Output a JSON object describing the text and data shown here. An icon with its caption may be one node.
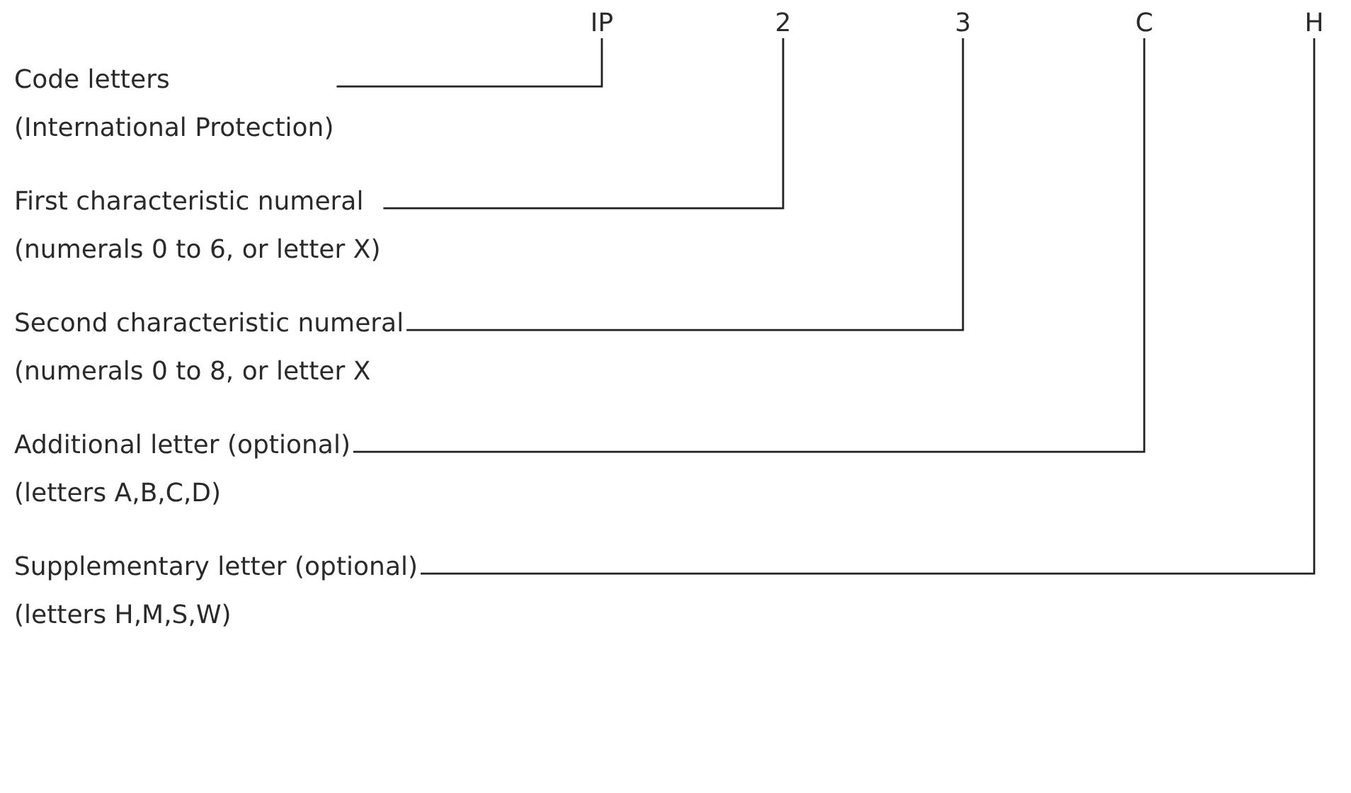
{
  "diagram": {
    "nodes": [
      {
        "text": [
          "IP"
        ]
      },
      {
        "text": [
          "2"
        ]
      },
      {
        "text": [
          "3"
        ]
      },
      {
        "text": [
          "C"
        ]
      },
      {
        "text": [
          "H"
        ]
      },
      {
        "text": [
          "Code letters",
          "(International Protection)"
        ]
      },
      {
        "text": [
          "First characteristic numeral",
          "(numerals 0 to 6, or letter X)"
        ]
      },
      {
        "text": [
          "Second characteristic numeral",
          "(numerals 0 to 8, or letter X"
        ]
      },
      {
        "text": [
          "Additional letter (optional)",
          "(letters A,B,C,D)"
        ]
      },
      {
        "text": [
          "Supplementary letter (optional)",
          "(letters H,M,S,W)"
        ]
      }
    ],
    "edges": [
      {
        "from": 5,
        "to": 0,
        "arrow": "none"
      },
      {
        "from": 6,
        "to": 1,
        "arrow": "none"
      },
      {
        "from": 7,
        "to": 2,
        "arrow": "none"
      },
      {
        "from": 8,
        "to": 3,
        "arrow": "none"
      },
      {
        "from": 9,
        "to": 4,
        "arrow": "none"
      }
    ]
  }
}
